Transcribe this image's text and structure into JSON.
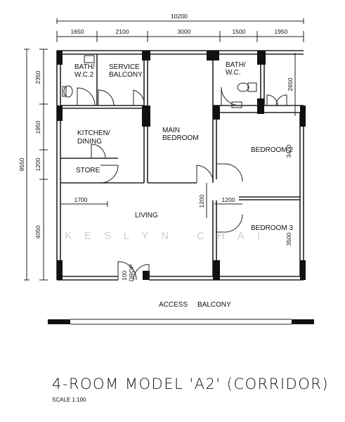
{
  "drawing": {
    "title": "4-ROOM MODEL 'A2' (CORRIDOR)",
    "scale": "SCALE  1:100",
    "watermark": "KESLYN CHAI"
  },
  "dimensions": {
    "overall_width": "10200",
    "top": [
      "1650",
      "2100",
      "3000",
      "1500",
      "1950"
    ],
    "left": [
      "2350",
      "1950",
      "1200",
      "4050"
    ],
    "left_total": "9550",
    "right": [
      "2650",
      "3400",
      "3500"
    ],
    "internal": [
      "1700",
      "1200",
      "1200"
    ],
    "door_width": "100"
  },
  "rooms": {
    "bath_wc2_line1": "BATH/",
    "bath_wc2_line2": "W.C.2",
    "service_balcony_line1": "SERVICE",
    "service_balcony_line2": "BALCONY",
    "bath_wc_line1": "BATH/",
    "bath_wc_line2": "W.C.",
    "kitchen_line1": "KITCHEN/",
    "kitchen_line2": "DINING",
    "main_bedroom_line1": "MAIN",
    "main_bedroom_line2": "BEDROOM",
    "bedroom2": "BEDROOM 2",
    "store": "STORE",
    "living": "LIVING",
    "bedroom3": "BEDROOM 3",
    "access_balcony": "ACCESS     BALCONY",
    "drop": "DROP"
  }
}
